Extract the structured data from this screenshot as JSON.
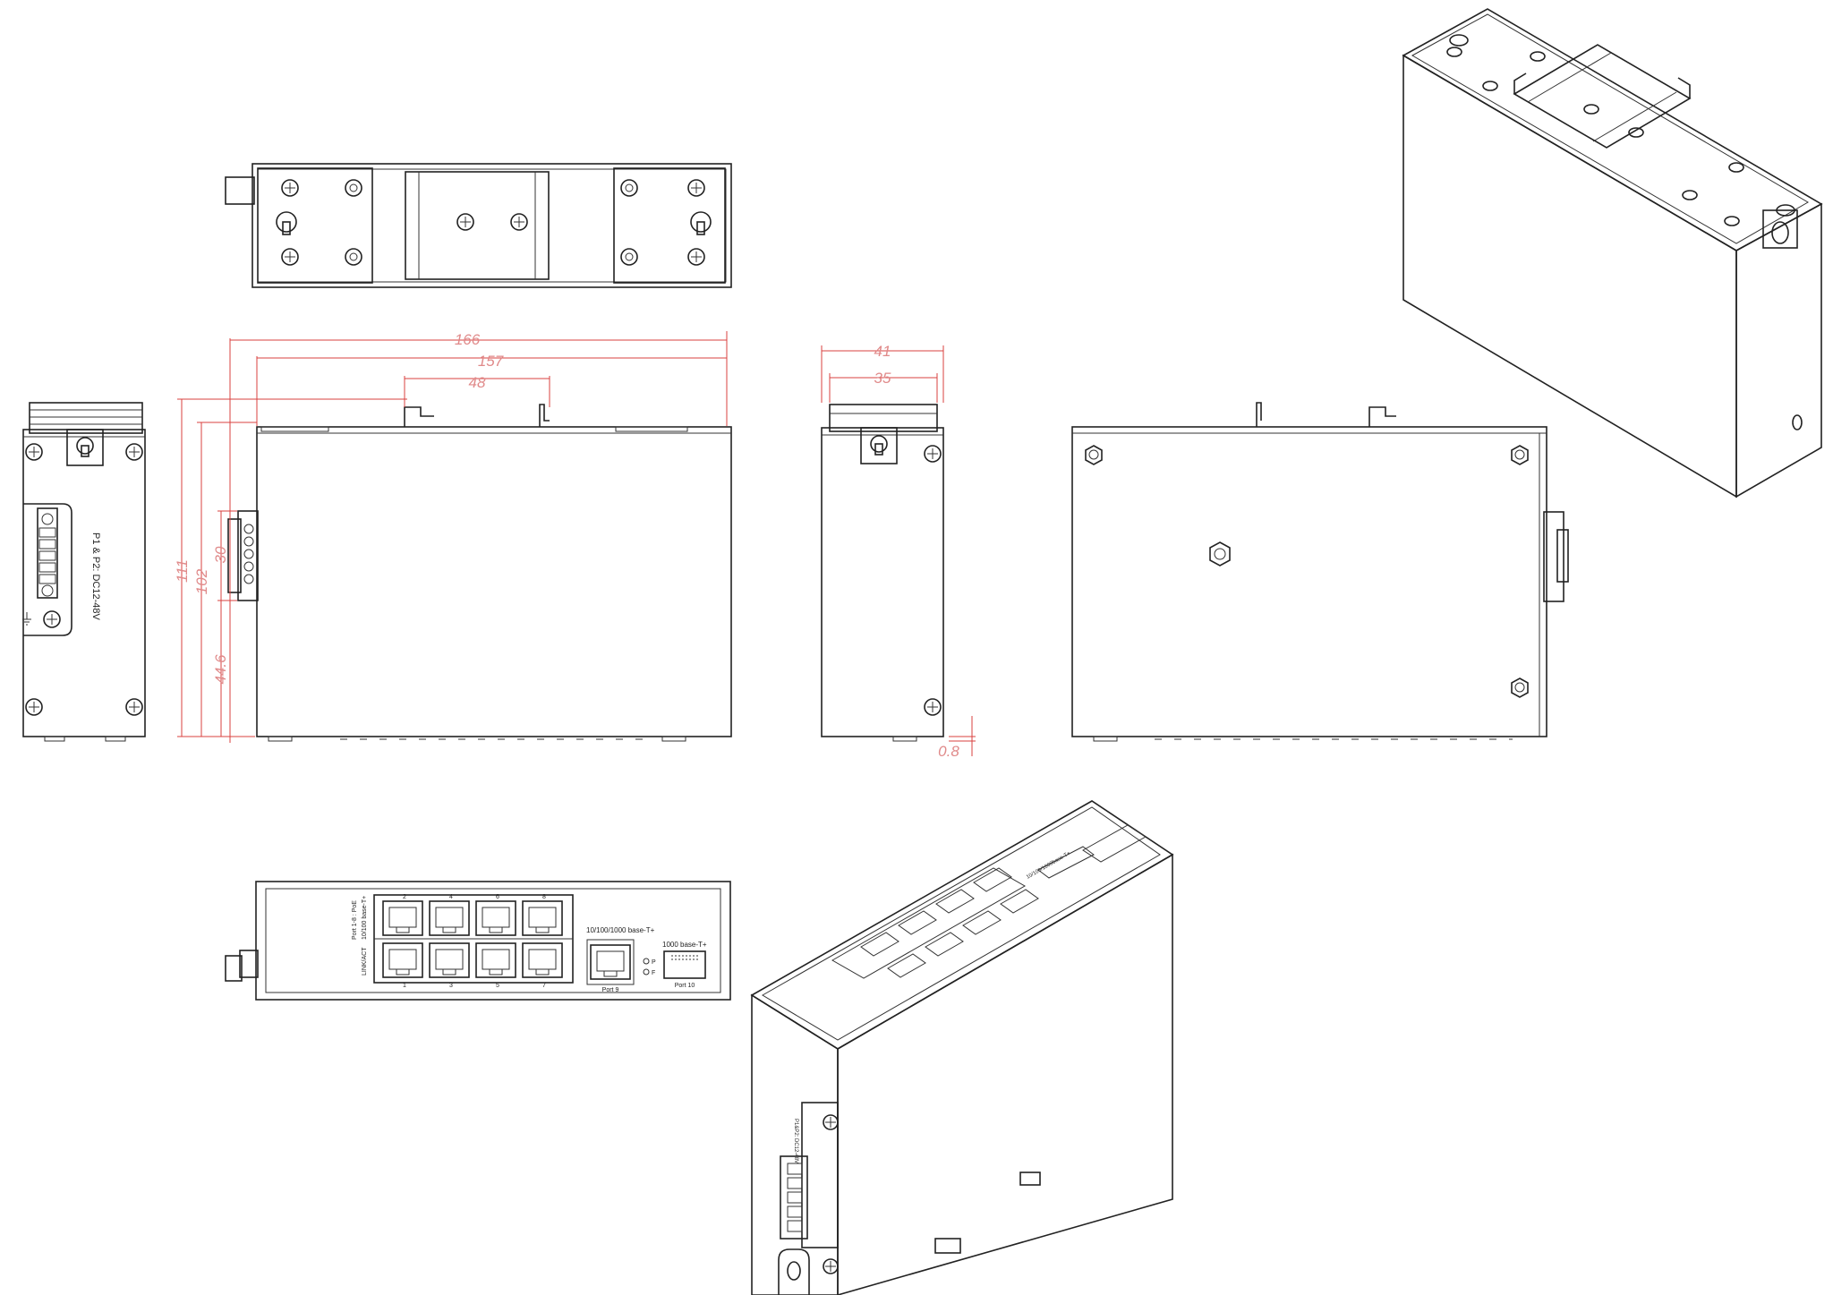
{
  "dimensions": {
    "overall_width": "166",
    "width_inner": "157",
    "din_rail_width": "48",
    "overall_depth": "41",
    "depth_inner": "35",
    "overall_height": "111",
    "height_inner": "102",
    "terminal_height": "30",
    "terminal_offset": "44.6",
    "foot_offset": "0.8"
  },
  "side_label": "P1 & P2: DC12-48V",
  "front_panel": {
    "group_label_line1": "Port 1-8 : PoE",
    "group_label_line2": "10/100 base-T+",
    "led_label": "LINK/ACT",
    "top_numbers": [
      "2",
      "4",
      "6",
      "8"
    ],
    "bottom_numbers": [
      "1",
      "3",
      "5",
      "7"
    ],
    "port9_header": "10/100/1000 base-T+",
    "port9_label": "Port 9",
    "port10_header": "1000 base-T+",
    "port10_label": "Port 10",
    "led_p": "P",
    "led_f": "F"
  },
  "iso_labels": {
    "header": "10/100/1000base-T+",
    "side_text": "P1&P2: DC12-48V"
  }
}
